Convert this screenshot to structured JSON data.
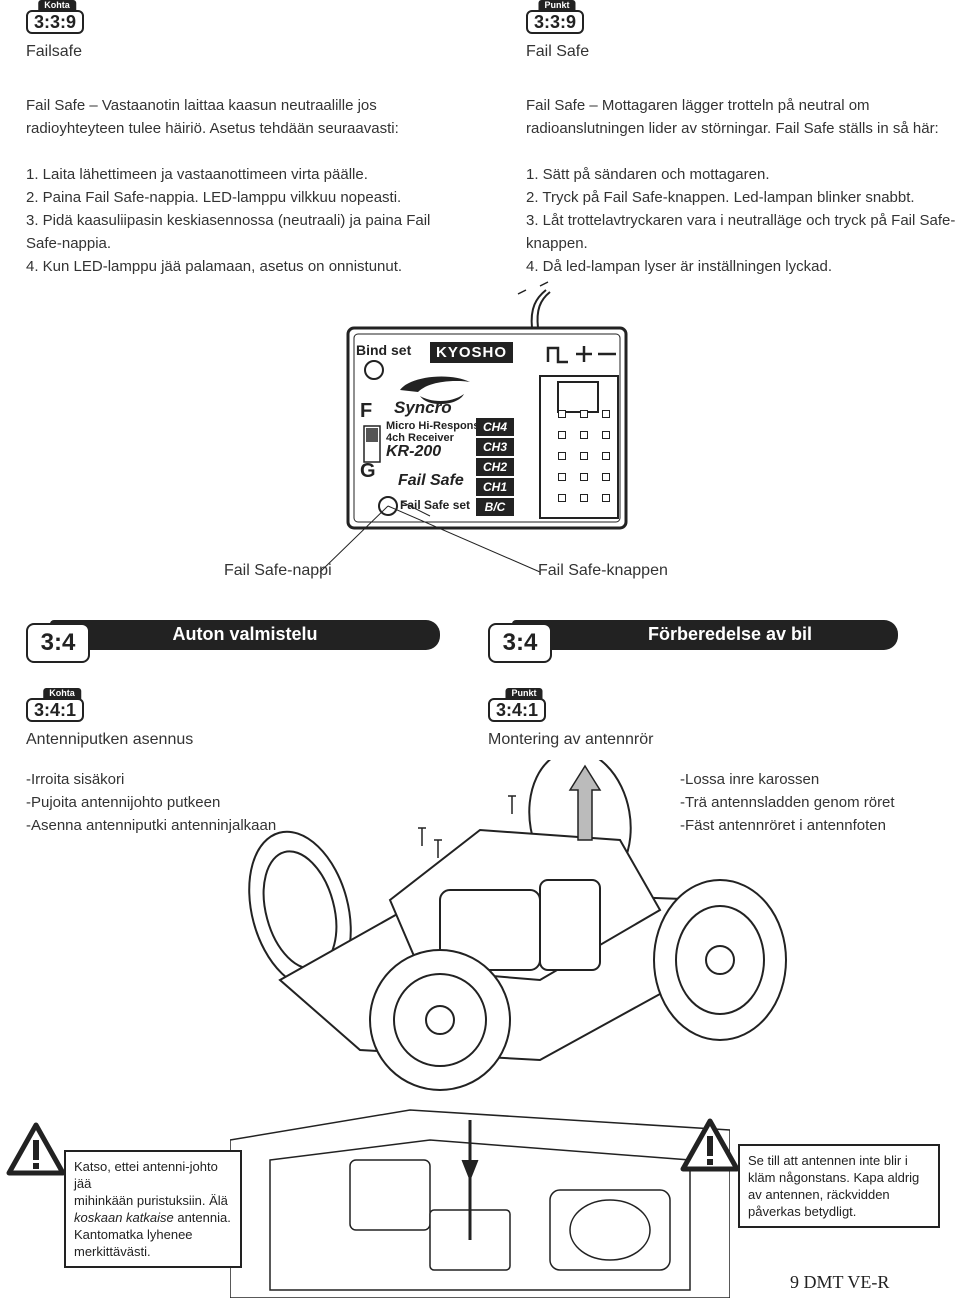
{
  "left": {
    "badge_tag": "Kohta",
    "badge_num": "3:3:9",
    "title": "Failsafe",
    "intro": [
      "Fail Safe – Vastaanotin laittaa kaasun neutraalille jos",
      "radioyhteyteen tulee häiriö. Asetus tehdään seuraavasti:"
    ],
    "steps": [
      "1. Laita lähettimeen ja vastaanottimeen virta päälle.",
      "2. Paina Fail Safe-nappia. LED-lamppu vilkkuu nopeasti.",
      "3. Pidä kaasuliipasin keskiasennossa (neutraali) ja  paina Fail",
      "Safe-nappia.",
      "4. Kun LED-lamppu jää palamaan, asetus on onnistunut."
    ],
    "caption": "Fail Safe-nappi"
  },
  "right": {
    "badge_tag": "Punkt",
    "badge_num": "3:3:9",
    "title": "Fail Safe",
    "intro": [
      "Fail Safe – Mottagaren lägger trotteln på neutral om",
      "radioanslutningen lider av störningar. Fail Safe ställs in så här:"
    ],
    "steps": [
      "1. Sätt på sändaren och mottagaren.",
      "2. Tryck på Fail Safe-knappen. Led-lampan blinker snabbt.",
      "3. Låt trottelavtryckaren vara i neutralläge och tryck på Fail Safe-",
      "knappen.",
      "4. Då led-lampan lyser är inställningen lyckad."
    ],
    "caption": "Fail Safe-knappen"
  },
  "receiver": {
    "bind_label": "Bind set",
    "brand": "KYOSHO",
    "logo": "Syncro",
    "line1": "Micro Hi-Response",
    "line2": "4ch Receiver",
    "model": "KR-200",
    "failsafe_logo": "Fail Safe",
    "failsafe_set": "Fail Safe set",
    "switch_f": "F",
    "switch_g": "G",
    "channels": [
      "CH4",
      "CH3",
      "CH2",
      "CH1",
      "B/C"
    ]
  },
  "section_left": {
    "num": "3:4",
    "label": "Auton valmistelu"
  },
  "section_right": {
    "num": "3:4",
    "label": "Förberedelse av bil"
  },
  "sub_left": {
    "badge_tag": "Kohta",
    "badge_num": "3:4:1",
    "title": "Antenniputken asennus",
    "items": [
      "-Irroita sisäkori",
      "-Pujoita antennijohto putkeen",
      "-Asenna antenniputki antenninjalkaan"
    ]
  },
  "sub_right": {
    "badge_tag": "Punkt",
    "badge_num": "3:4:1",
    "title": "Montering av antennrör",
    "items": [
      "-Lossa inre karossen",
      "-Trä antennsladden genom röret",
      "-Fäst antennröret i antennfoten"
    ]
  },
  "warn_left": {
    "line1": "Katso, ettei antenni-johto jää",
    "line2": "mihinkään puristuksiin. Älä",
    "line3_italic": "koskaan katkaise",
    "line3_rest": " antennia.",
    "line4": "Kantomatka lyhenee",
    "line5": "merkittävästi."
  },
  "warn_right": {
    "line1": "Se till att antennen inte blir i",
    "line2": "kläm någonstans. Kapa aldrig",
    "line3": "av antennen, räckvidden",
    "line4": "påverkas betydligt."
  },
  "footer": "9 DMT VE-R"
}
